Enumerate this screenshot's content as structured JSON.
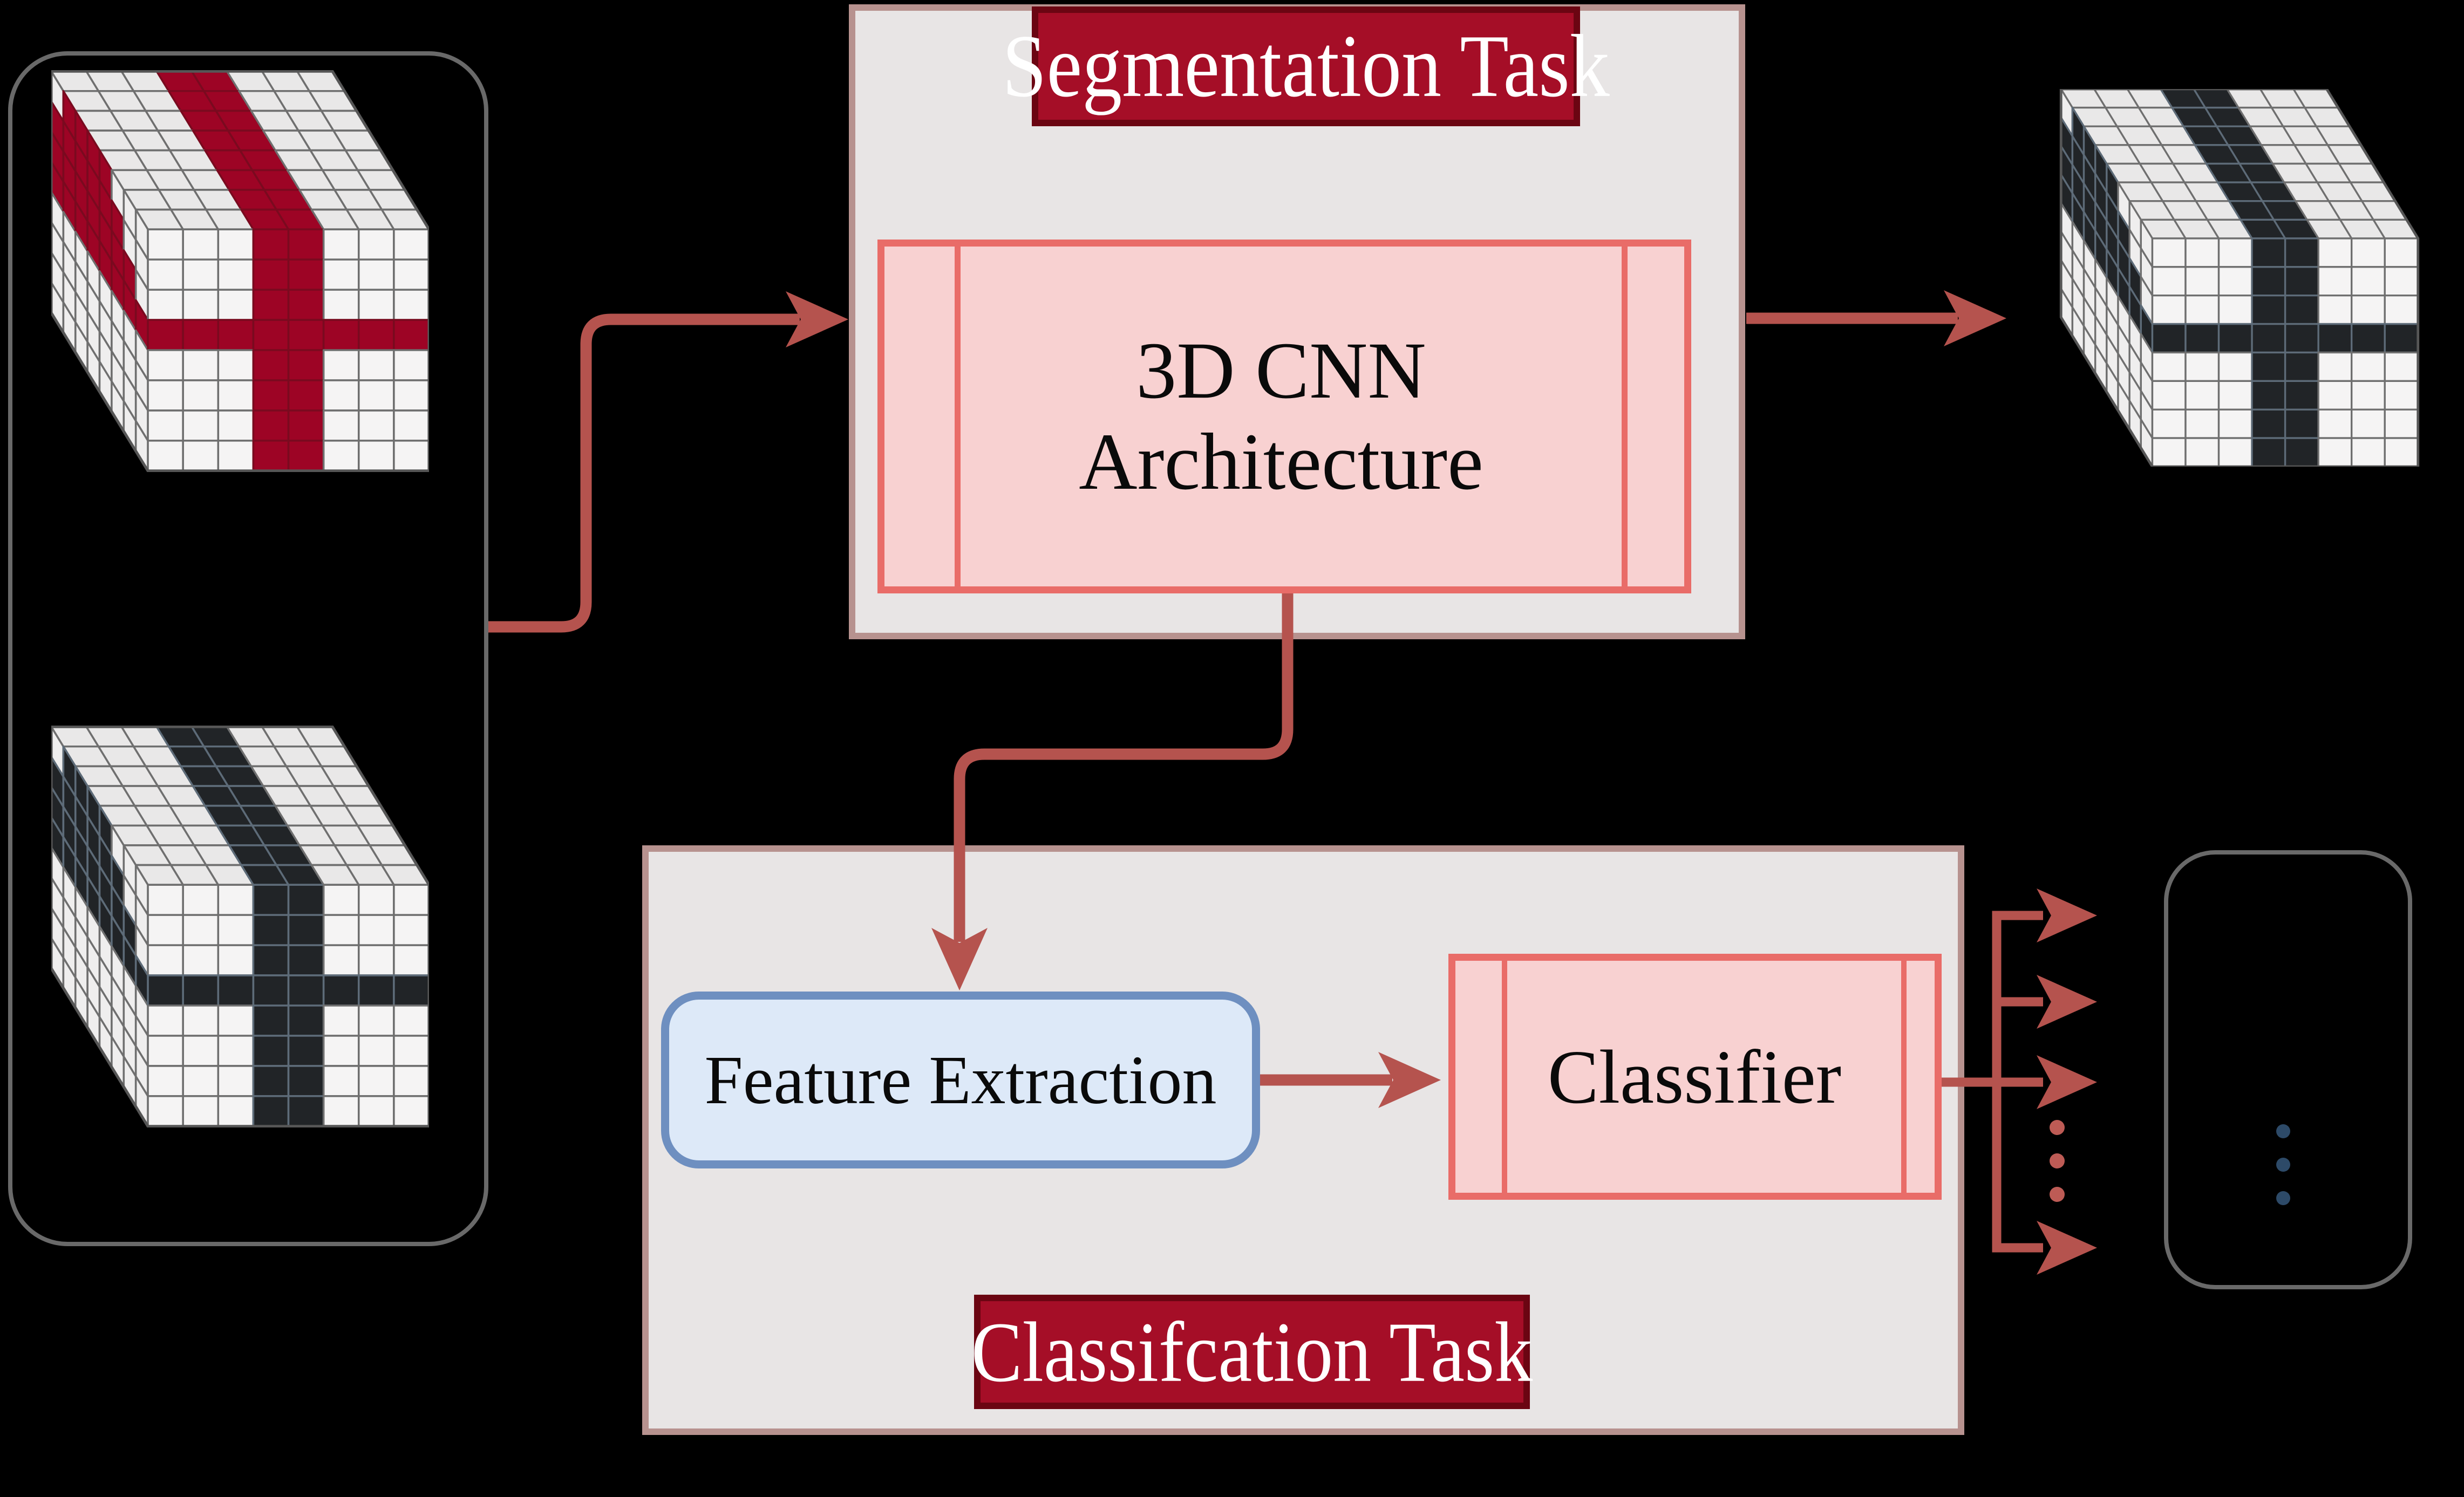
{
  "page": {
    "background": "#000000"
  },
  "palette": {
    "arrow": "#b5534e",
    "fan_dot": "#bd5b55",
    "panel_stroke": "#696969",
    "box_fill": "#e8e5e5",
    "box_border": "#b7928f",
    "title_fill": "#a50e27",
    "title_border": "#6b0512",
    "title_text": "#ffffff",
    "pink_fill": "#f8d1d1",
    "pink_border": "#e96c68",
    "blue_fill": "#dde9f8",
    "blue_border": "#6e8fc0",
    "output_dot": "#2d4a68"
  },
  "segmentation_task": {
    "title": "Segmentation Task",
    "architecture_line1": "3D CNN",
    "architecture_line2": "Architecture"
  },
  "classification_task": {
    "title": "Classifcation Task",
    "feature_extraction_label": "Feature Extraction",
    "classifier_label": "Classifier"
  },
  "fan_out": {
    "arrow_count": 4,
    "dot_count": 3
  },
  "output_panel": {
    "dot_count": 3
  },
  "voxel_pattern": {
    "grid": 8,
    "cross_columns": [
      3,
      4
    ],
    "cross_row": 3,
    "side_blob": [
      {
        "row": 0,
        "depths": [
          3,
          6
        ]
      },
      {
        "row": 1,
        "depths": [
          2,
          7
        ]
      },
      {
        "row": 2,
        "depths": [
          1,
          7
        ]
      }
    ]
  },
  "cube_faces": {
    "front": "#f5f4f4",
    "top": "#e9e8e8",
    "side": "#efeeee",
    "grid": "#6f6f6f",
    "outline": "#565656"
  },
  "cubes": [
    {
      "id": "cube-input-annotated",
      "accent": "#9d0425",
      "accent_line": "#7a0a1f"
    },
    {
      "id": "cube-input-raw",
      "accent": "#212427",
      "accent_line": "#5d6b78"
    },
    {
      "id": "cube-output-segmented",
      "accent": "#212427",
      "accent_line": "#5d6b78"
    }
  ]
}
